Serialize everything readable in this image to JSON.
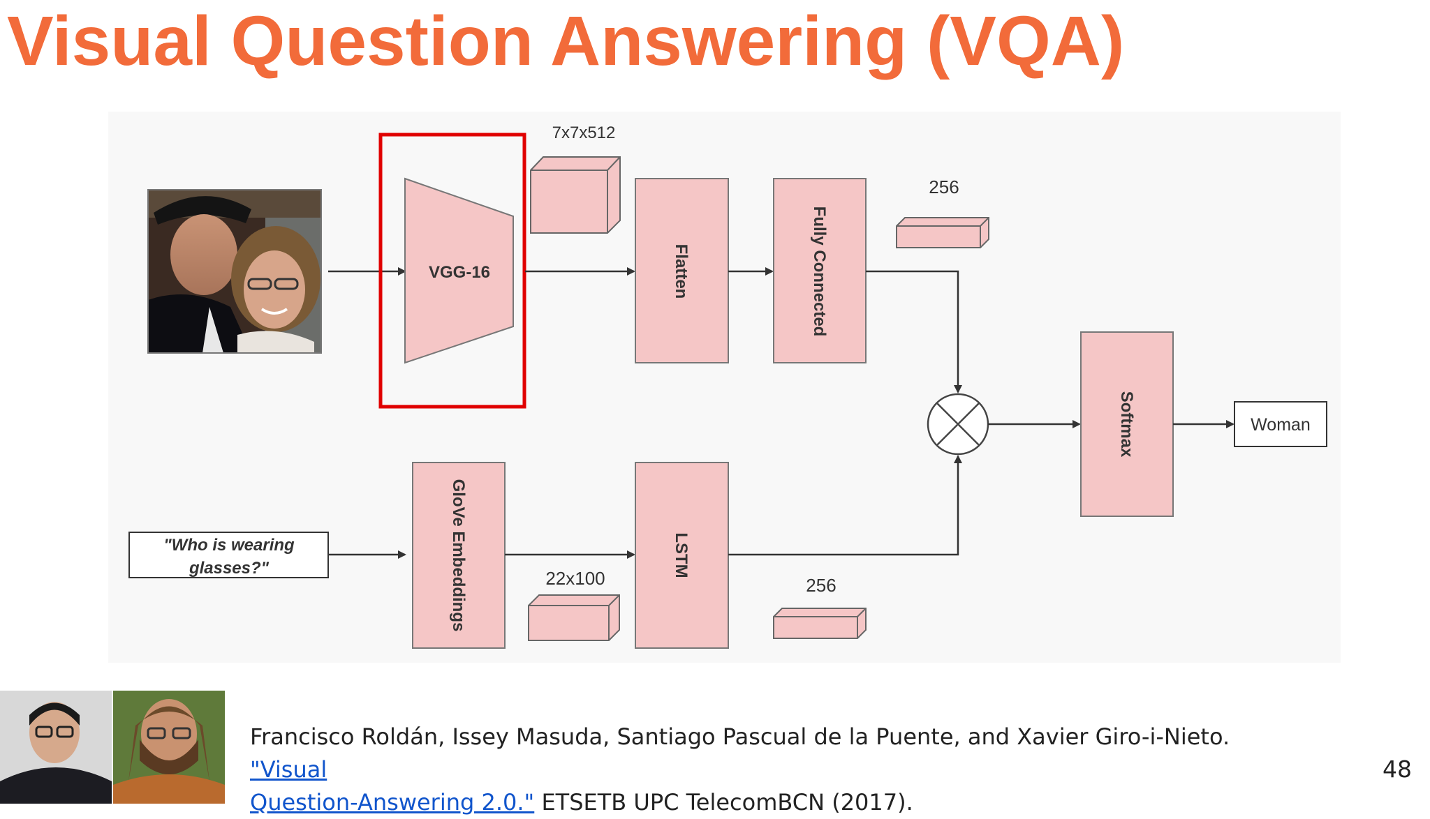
{
  "slide": {
    "title": "Visual Question Answering (VQA)",
    "title_color": "#f26b3a",
    "page_number": "48"
  },
  "diagram": {
    "box_fill": "#f5c6c6",
    "highlight_color": "#e00000",
    "labels": {
      "vgg": "VGG-16",
      "feat_dims": "7x7x512",
      "flatten": "Flatten",
      "fully_connected": "Fully Connected",
      "fc_dims": "256",
      "softmax": "Softmax",
      "answer": "Woman",
      "question_line1": "\"Who is wearing",
      "question_line2": "glasses?\"",
      "glove": "GloVe Embeddings",
      "glove_dims": "22x100",
      "lstm": "LSTM",
      "lstm_dims": "256"
    }
  },
  "citation": {
    "authors": "Francisco Roldán, Issey Masuda, Santiago Pascual de la Puente, and Xavier Giro-i-Nieto. ",
    "link_text_line1": "\"Visual",
    "link_text_line2": "Question-Answering 2.0.\"",
    "rest": " ETSETB UPC TelecomBCN (2017)."
  }
}
